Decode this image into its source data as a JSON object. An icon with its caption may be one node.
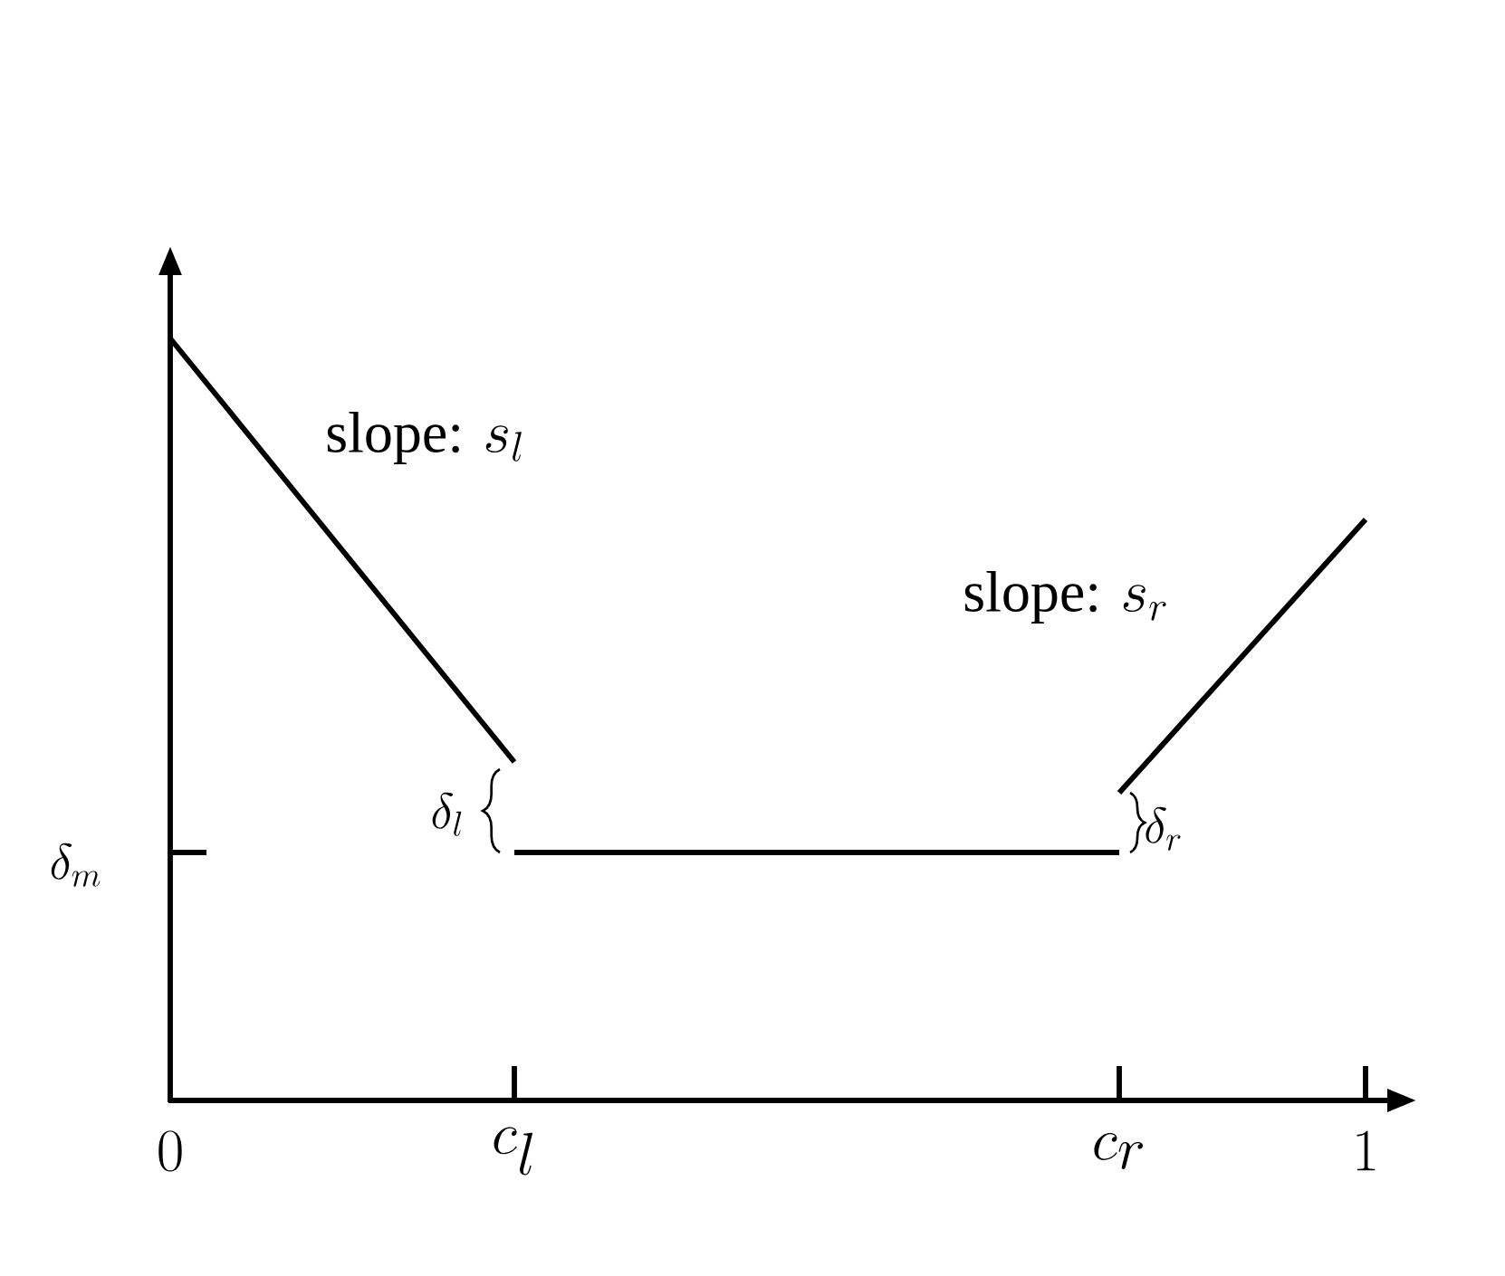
{
  "diagram": {
    "labels": [
      "\\mbox{slope: } s_l",
      "\\mbox{slope: } s_r",
      "\\delta_l",
      "\\delta_r",
      "\\delta_m",
      "0",
      "c_l",
      "c_r",
      "1"
    ]
  }
}
